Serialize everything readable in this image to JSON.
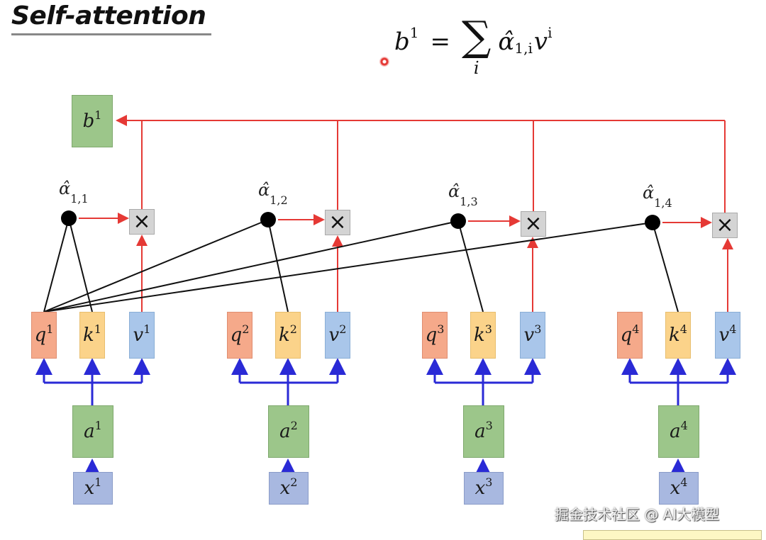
{
  "title": "Self-attention",
  "formula": {
    "lhs": "b",
    "lhs_sup": "1",
    "equals": "=",
    "sigma": "∑",
    "sum_index": "i",
    "alpha": "α̂",
    "alpha_sub": "1,i",
    "v": "v",
    "v_sup": "i"
  },
  "output_box": {
    "label": "b",
    "sup": "1"
  },
  "columns": [
    {
      "alpha": "α̂",
      "alpha_sub": "1,1",
      "q": "q",
      "k": "k",
      "v": "v",
      "a": "a",
      "x": "x",
      "idx": "1"
    },
    {
      "alpha": "α̂",
      "alpha_sub": "1,2",
      "q": "q",
      "k": "k",
      "v": "v",
      "a": "a",
      "x": "x",
      "idx": "2"
    },
    {
      "alpha": "α̂",
      "alpha_sub": "1,3",
      "q": "q",
      "k": "k",
      "v": "v",
      "a": "a",
      "x": "x",
      "idx": "3"
    },
    {
      "alpha": "α̂",
      "alpha_sub": "1,4",
      "q": "q",
      "k": "k",
      "v": "v",
      "a": "a",
      "x": "x",
      "idx": "4"
    }
  ],
  "multiply_symbol": "×",
  "watermark": "掘金技术社区 @ AI大模型",
  "colors": {
    "red_arrow": "#e53935",
    "blue_arrow": "#2a2ad6",
    "black_line": "#111111"
  }
}
